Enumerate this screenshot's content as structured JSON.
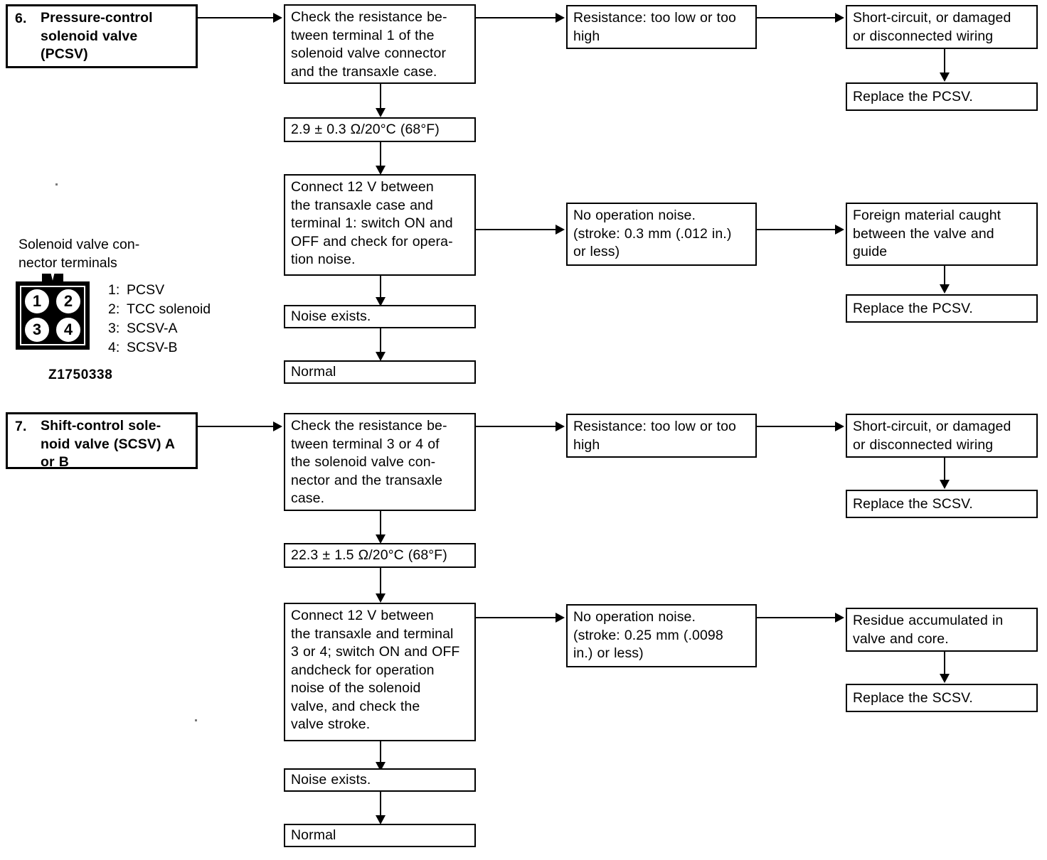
{
  "sections": [
    {
      "number": "6.",
      "title": "Pressure-control solenoid valve (PCSV)",
      "title_lines": [
        "Pressure-control",
        "solenoid          valve",
        "(PCSV)"
      ],
      "resistance_check": "Check the resistance between terminal 1 of the solenoid valve connector and the transaxle case.",
      "resistance_check_lines": [
        "Check the resistance be-",
        "tween terminal 1 of the",
        "solenoid valve connector",
        "and the transaxle case."
      ],
      "resistance_spec": "2.9 ± 0.3 Ω/20°C (68°F)",
      "fault_resistance": "Resistance: too low or too high",
      "fault_resistance_lines": [
        "Resistance: too low or too",
        "high"
      ],
      "fault_cause": "Short-circuit, or damaged or disconnected wiring",
      "fault_cause_lines": [
        "Short-circuit, or damaged",
        "or  disconnected  wiring"
      ],
      "fault_action": "Replace the PCSV.",
      "operation_check": "Connect 12 V between the transaxle case and terminal 1: switch ON and OFF and check for operation noise.",
      "operation_check_lines": [
        "Connect 12 V between",
        "the transaxle case and",
        "terminal 1: switch ON and",
        "OFF and check for opera-",
        "tion noise."
      ],
      "no_noise": "No operation noise. (stroke: 0.3 mm (.012 in.) or less)",
      "no_noise_lines": [
        "No    operation    noise.",
        "(stroke: 0.3 mm (.012 in.)",
        "or less)"
      ],
      "no_noise_cause": "Foreign material caught between the valve and guide",
      "no_noise_cause_lines": [
        "Foreign material caught",
        "between the valve and",
        "guide"
      ],
      "no_noise_action": "Replace the PCSV.",
      "noise_exists": "Noise exists.",
      "normal": "Normal"
    },
    {
      "number": "7.",
      "title": "Shift-control solenoid valve (SCSV) A or B",
      "title_lines": [
        "Shift-control   sole-",
        "noid valve (SCSV) A",
        "or B"
      ],
      "resistance_check": "Check the resistance between terminal 3 or 4 of the solenoid valve connector and the transaxle case.",
      "resistance_check_lines": [
        "Check the resistance be-",
        "tween terminal 3 or 4 of",
        "the solenoid valve con-",
        "nector and the transaxle",
        "case."
      ],
      "resistance_spec": "22.3 ± 1.5 Ω/20°C (68°F)",
      "fault_resistance": "Resistance: too low or too high",
      "fault_resistance_lines": [
        "Resistance: too low or too",
        "high"
      ],
      "fault_cause": "Short-circuit, or damaged or disconnected wiring",
      "fault_cause_lines": [
        "Short-circuit, or damaged",
        "or  disconnected  wiring"
      ],
      "fault_action": "Replace the SCSV.",
      "operation_check": "Connect 12 V between the transaxle and terminal 3 or 4; switch ON and OFF andcheck for operation noise of the solenoid valve, and check the valve stroke.",
      "operation_check_lines": [
        "Connect 12 V between",
        "the transaxle and terminal",
        "3 or 4; switch ON and OFF",
        "andcheck for operation",
        "noise of the solenoid",
        "valve, and check the",
        "valve stroke."
      ],
      "no_noise": "No operation noise. (stroke: 0.25 mm (.0098 in.) or less)",
      "no_noise_lines": [
        "No    operation    noise.",
        "(stroke: 0.25 mm (.0098",
        "in.)  or less)"
      ],
      "no_noise_cause": "Residue accumulated in valve and core.",
      "no_noise_cause_lines": [
        "Residue accumulated in",
        "valve and core."
      ],
      "no_noise_action": "Replace the SCSV.",
      "noise_exists": "Noise exists.",
      "normal": "Normal"
    }
  ],
  "connector": {
    "caption": "Solenoid valve con-\nnector terminals",
    "caption_line1": "Solenoid valve con-",
    "caption_line2": "nector terminals",
    "part_number": "Z1750338",
    "pins": [
      {
        "num": "1",
        "label": "PCSV"
      },
      {
        "num": "2",
        "label": "TCC solenoid"
      },
      {
        "num": "3",
        "label": "SCSV-A"
      },
      {
        "num": "4",
        "label": "SCSV-B"
      }
    ],
    "pin_rows": [
      {
        "key": "1:",
        "value": "PCSV"
      },
      {
        "key": "2:",
        "value": "TCC solenoid"
      },
      {
        "key": "3:",
        "value": "SCSV-A"
      },
      {
        "key": "4:",
        "value": "SCSV-B"
      }
    ]
  },
  "colors": {
    "ink": "#000000",
    "paper": "#ffffff"
  }
}
